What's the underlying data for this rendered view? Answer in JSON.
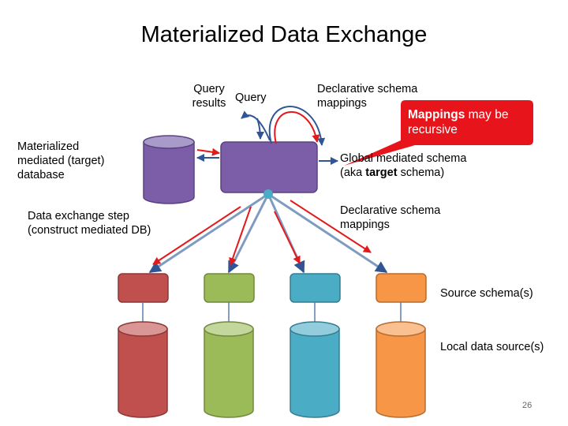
{
  "title": "Materialized Data Exchange",
  "labels": {
    "query_results": [
      "Query",
      "results"
    ],
    "query": "Query",
    "declarative_top": [
      "Declarative schema",
      "mappings"
    ],
    "callout_bold": "Mappings",
    "callout_rest": " may be",
    "callout_line2": "recursive",
    "materialized_db": [
      "Materialized",
      "mediated (target)",
      "database"
    ],
    "global_schema_line1": "Global mediated schema",
    "global_schema_pre": "(aka ",
    "global_schema_bold": "target",
    "global_schema_post": " schema)",
    "exchange_step": [
      "Data exchange step",
      "(construct mediated DB)"
    ],
    "declarative_bottom": [
      "Declarative schema",
      "mappings"
    ],
    "source_schemas": "Source schema(s)",
    "local_sources": "Local data source(s)"
  },
  "slide_number": "26",
  "colors": {
    "mediated": "#7B5EA7",
    "red_source": "#C0504D",
    "green_source": "#9BBB59",
    "blue_source": "#4BACC6",
    "orange_source": "#F79646",
    "arrow_red": "#E31A1C",
    "arrow_blue": "#2F5597",
    "callout": "#E8141B"
  }
}
